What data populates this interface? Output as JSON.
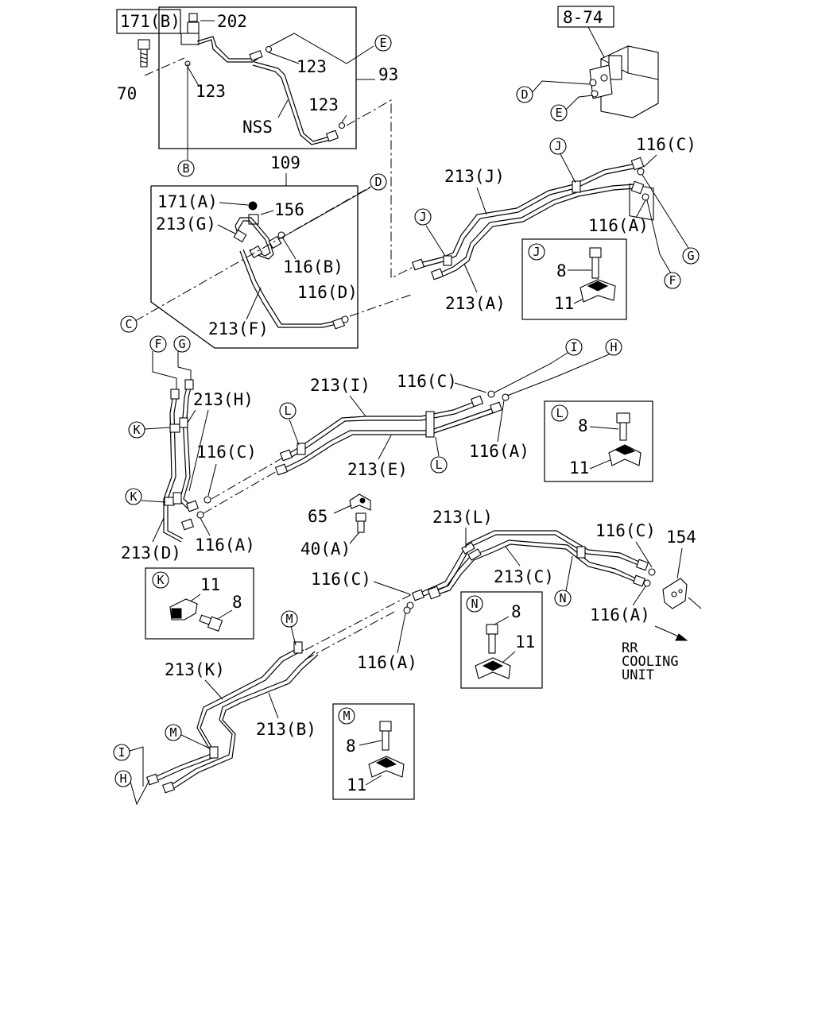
{
  "parts": {
    "p171B": "171(B)",
    "p202": "202",
    "p70": "70",
    "p123a": "123",
    "p123b": "123",
    "p123c": "123",
    "p93": "93",
    "nss": "NSS",
    "p874": "8-74",
    "p109": "109",
    "p171A": "171(A)",
    "p156": "156",
    "p213G": "213(G)",
    "p116B": "116(B)",
    "p116D": "116(D)",
    "p213F": "213(F)",
    "p213J": "213(J)",
    "p116C_1": "116(C)",
    "p116A_1": "116(A)",
    "p213A": "213(A)",
    "p8_J": "8",
    "p11_J": "11",
    "p213H": "213(H)",
    "p213I": "213(I)",
    "p116C_2": "116(C)",
    "p116C_3": "116(C)",
    "p116A_2": "116(A)",
    "p213E": "213(E)",
    "p116A_3": "116(A)",
    "p213D": "213(D)",
    "p8_L": "8",
    "p11_L": "11",
    "p65": "65",
    "p40A": "40(A)",
    "p213L": "213(L)",
    "p116C_4": "116(C)",
    "p154": "154",
    "p116C_5": "116(C)",
    "p213C": "213(C)",
    "p116A_4": "116(A)",
    "p11_K": "11",
    "p8_K": "8",
    "p8_N": "8",
    "p11_N": "11",
    "p116A_5": "116(A)",
    "p213K": "213(K)",
    "p213B": "213(B)",
    "p8_M": "8",
    "p11_M": "11",
    "rr_line1": "RR",
    "rr_line2": "COOLING",
    "rr_line3": "UNIT"
  },
  "callouts": {
    "E_top": "E",
    "B": "B",
    "D_top": "D",
    "E_unit": "E",
    "D_unit": "D",
    "C": "C",
    "J_1": "J",
    "J_2": "J",
    "J_box": "J",
    "G_1": "G",
    "F_1": "F",
    "F_2": "F",
    "G_2": "G",
    "I_1": "I",
    "H_1": "H",
    "K_1": "K",
    "K_2": "K",
    "L_1": "L",
    "L_2": "L",
    "L_box": "L",
    "K_box": "K",
    "M_1": "M",
    "N_1": "N",
    "N_box": "N",
    "M_2": "M",
    "M_box": "M",
    "I_2": "I",
    "H_2": "H"
  }
}
